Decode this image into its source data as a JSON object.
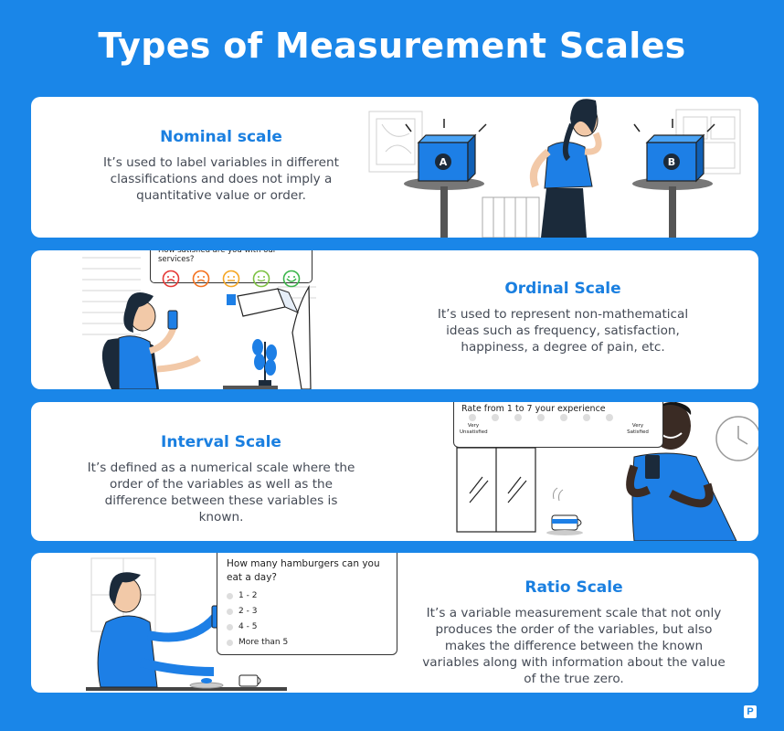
{
  "title": "Types of Measurement Scales",
  "sections": [
    {
      "heading": "Nominal scale",
      "body": "It’s used to label variables in different classifications and does not imply a quantitative value or order.",
      "box_a": "A",
      "box_b": "B"
    },
    {
      "heading": "Ordinal Scale",
      "body": "It’s used to represent non-mathematical ideas such as frequency, satisfaction, happiness, a degree of pain, etc.",
      "bubble_question": "How satisfied are you with our services?",
      "faces": [
        "very-unhappy-face-icon",
        "unhappy-face-icon",
        "neutral-face-icon",
        "happy-face-icon",
        "very-happy-face-icon"
      ],
      "face_colors": [
        "#e53935",
        "#f4711e",
        "#f5a623",
        "#7cc142",
        "#3bb54a"
      ]
    },
    {
      "heading": "Interval Scale",
      "body": "It’s defined as a numerical scale where the order of the variables as well as the difference between these variables is known.",
      "bubble_question": "Rate from 1 to 7 your experience",
      "low_label": "Very Unsatisfied",
      "high_label": "Very Satisfied"
    },
    {
      "heading": "Ratio Scale",
      "body": "It’s a variable measurement scale that not only produces the order of the variables, but also makes the difference between the known variables along with information about the value of the true zero.",
      "bubble_question": "How many hamburgers can you eat a day?",
      "options": [
        "1 - 2",
        "2 - 3",
        "4 - 5",
        "More than 5"
      ]
    }
  ],
  "colors": {
    "background": "#1a86e8",
    "accent": "#1a7fe0",
    "card": "#ffffff"
  },
  "logo": "P"
}
